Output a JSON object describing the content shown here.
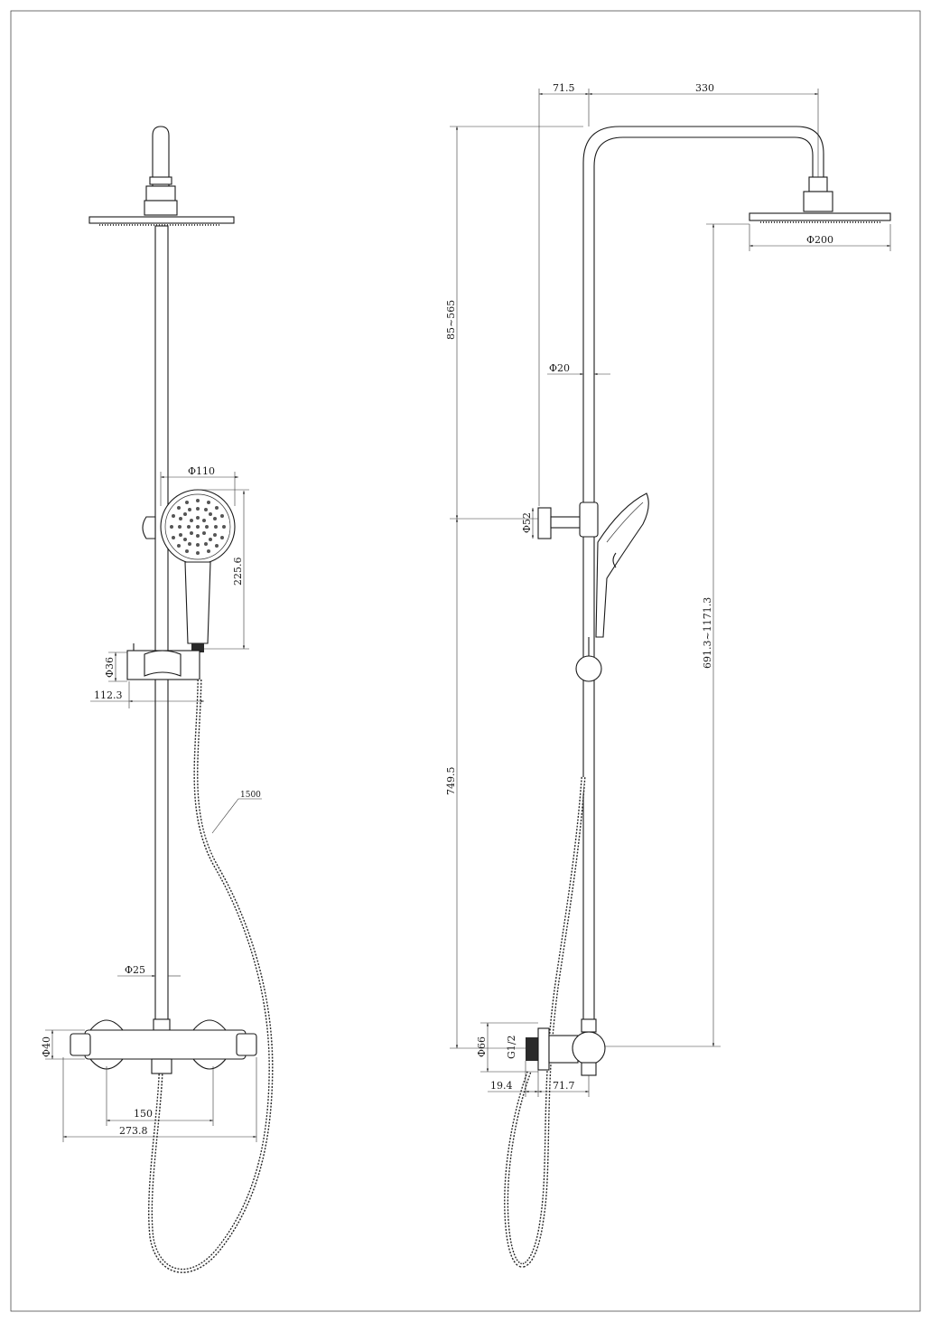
{
  "drawing": {
    "front_view": {
      "labels": {
        "handshower_diameter": "Φ110",
        "handshower_height": "225.6",
        "holder_diameter": "Φ36",
        "holder_offset": "112.3",
        "hose_length": "1500",
        "rail_diameter": "Φ25",
        "body_diameter": "Φ40",
        "inlet_spacing": "150",
        "body_width": "273.8"
      }
    },
    "side_view": {
      "labels": {
        "wall_offset": "71.5",
        "arm_reach": "330",
        "overhead_diameter": "Φ200",
        "height_adjust": "85~565",
        "pipe_diameter": "Φ20",
        "bracket_diameter": "Φ52",
        "total_height_range": "691.3~1171.3",
        "lower_height": "749.5",
        "connector_diameter": "Φ66",
        "thread_size": "G1/2",
        "eccentric_depth": "19.4",
        "body_projection": "71.7"
      }
    }
  }
}
